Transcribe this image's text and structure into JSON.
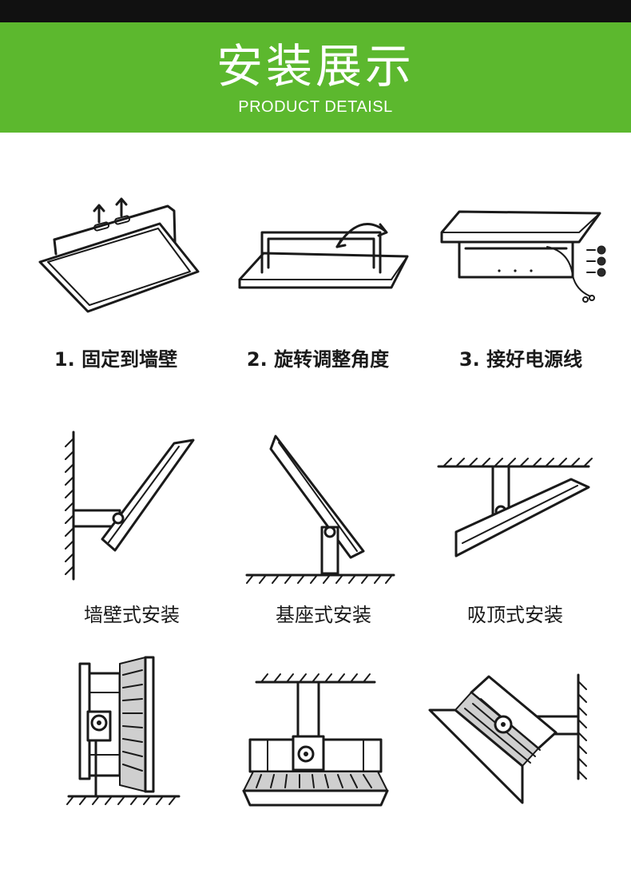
{
  "header": {
    "title": "安装展示",
    "subtitle": "PRODUCT DETAISL"
  },
  "colors": {
    "banner": "#5cb82e",
    "top_bar": "#111111",
    "line": "#1a1a1a"
  },
  "steps": [
    {
      "label": "1. 固定到墙壁",
      "icon": "wall-fix-icon"
    },
    {
      "label": "2. 旋转调整角度",
      "icon": "rotate-angle-icon"
    },
    {
      "label": "3. 接好电源线",
      "icon": "power-cable-icon"
    }
  ],
  "mount_types": [
    {
      "label": "墙壁式安装",
      "icon": "wall-mount-icon"
    },
    {
      "label": "基座式安装",
      "icon": "base-mount-icon"
    },
    {
      "label": "吸顶式安装",
      "icon": "ceiling-mount-icon"
    }
  ],
  "examples": [
    {
      "icon": "wall-mount-side-icon"
    },
    {
      "icon": "ceiling-mount-front-icon"
    },
    {
      "icon": "wall-mount-tilt-icon"
    }
  ]
}
